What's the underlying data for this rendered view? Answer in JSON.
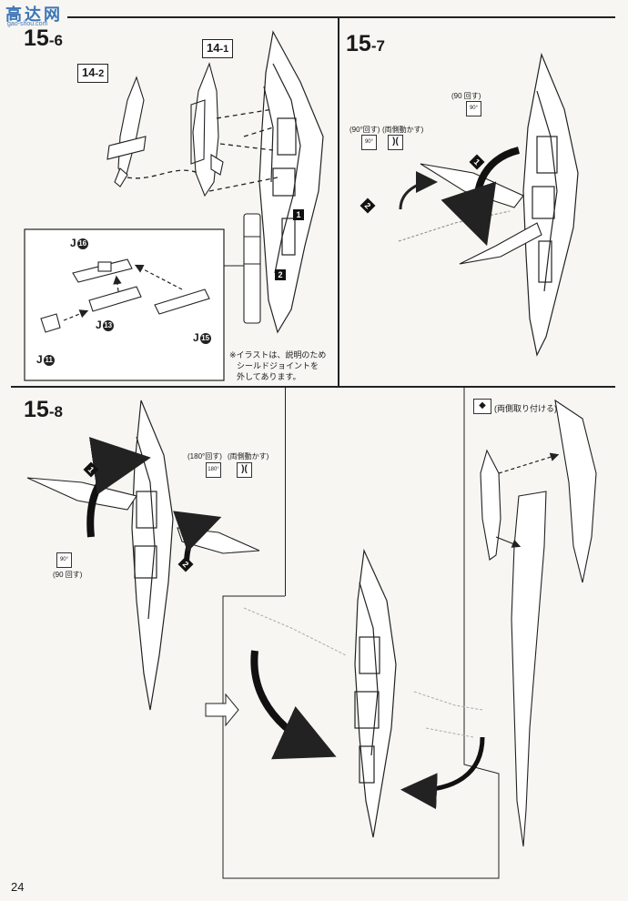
{
  "logo": {
    "main": "高达网",
    "url": "gao-shou.com"
  },
  "steps": {
    "s15_6": {
      "num": "15",
      "sub": "-6"
    },
    "s15_7": {
      "num": "15",
      "sub": "-7"
    },
    "s15_8": {
      "num": "15",
      "sub": "-8"
    }
  },
  "parts": {
    "p14_2": {
      "num": "14",
      "sub": "-2"
    },
    "p14_1": {
      "num": "14",
      "sub": "-1"
    }
  },
  "runners": {
    "j16": {
      "letter": "J",
      "num": "16"
    },
    "j13": {
      "letter": "J",
      "num": "13"
    },
    "j15": {
      "letter": "J",
      "num": "15"
    },
    "j11": {
      "letter": "J",
      "num": "11"
    }
  },
  "note": {
    "line1": "※イラストは、説明のため",
    "line2": "シールドジョイントを",
    "line3": "外してあります。"
  },
  "step7": {
    "rot_label": "(90°回す)",
    "rot_label2": "(90 回す)",
    "move_label": "(両側動かす)",
    "rot_icon": "90°"
  },
  "step8": {
    "rot180": "(180°回す)",
    "move_label": "(両側動かす)",
    "rot90": "(90 回す)",
    "icon180": "180°",
    "icon90": "90°"
  },
  "side_panel": {
    "label": "(両側取り付ける)"
  },
  "badges": {
    "one": "1",
    "two": "2"
  },
  "page_number": "24"
}
